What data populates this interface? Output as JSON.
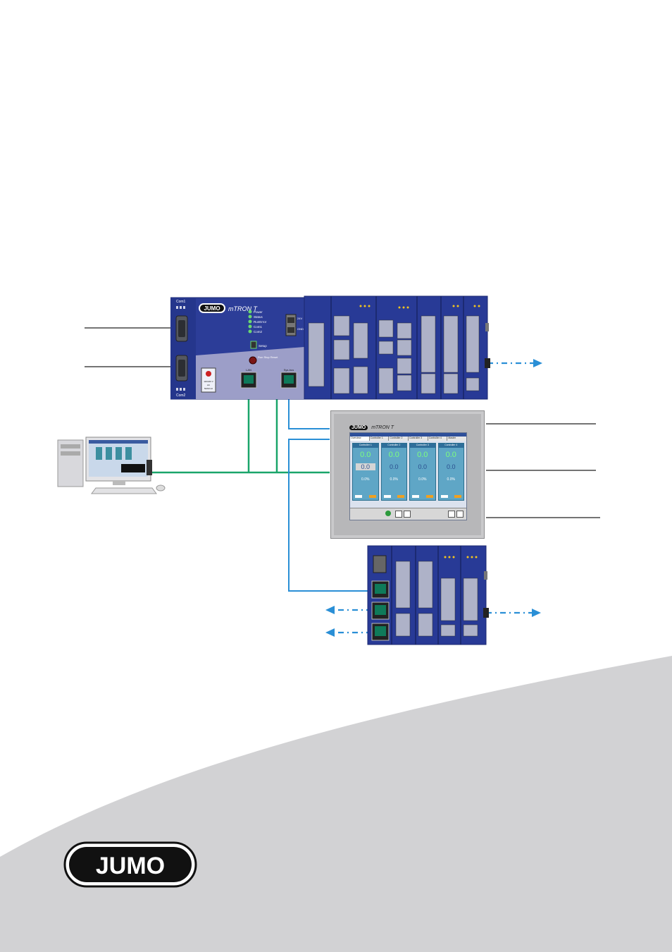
{
  "brand": {
    "logo_text": "JUMO",
    "product_name": "mTRON T"
  },
  "central_unit": {
    "port1_label": "Com1",
    "port2_label": "Com2",
    "led_labels": [
      "Power",
      "Status",
      "RunError",
      "Com1",
      "Com2"
    ],
    "setup_label": "Setup",
    "run_stop_label": "Run Stop Reset",
    "lan_label": "LAN",
    "sys_bus_label": "Sys-bus",
    "power_label": "24V",
    "gnd_label": "GND",
    "supply_text": [
      "110/240 V",
      "AC",
      "50/60 Hz"
    ]
  },
  "panel": {
    "brand": "JUMO",
    "product": "mTRON T",
    "tabs": [
      "Overview",
      "Controller 1",
      "Controller 2",
      "Controller 3",
      "Controller 4",
      "Master"
    ],
    "controllers": [
      {
        "title": "Controller 1",
        "actual": "0.0",
        "setpoint": "0.0",
        "output": "0.0%"
      },
      {
        "title": "Controller 2",
        "actual": "0.0",
        "setpoint": "0.0",
        "output": "0.0%"
      },
      {
        "title": "Controller 3",
        "actual": "0.0",
        "setpoint": "0.0",
        "output": "0.0%"
      },
      {
        "title": "Controller 4",
        "actual": "0.0",
        "setpoint": "0.0",
        "output": "0.0%"
      }
    ]
  },
  "colors": {
    "module_blue": "#283a96",
    "ethernet_green": "#1aa56a",
    "bus_blue": "#2a8fd6",
    "label_line": "#222222",
    "background_grey": "#d2d2d4"
  }
}
